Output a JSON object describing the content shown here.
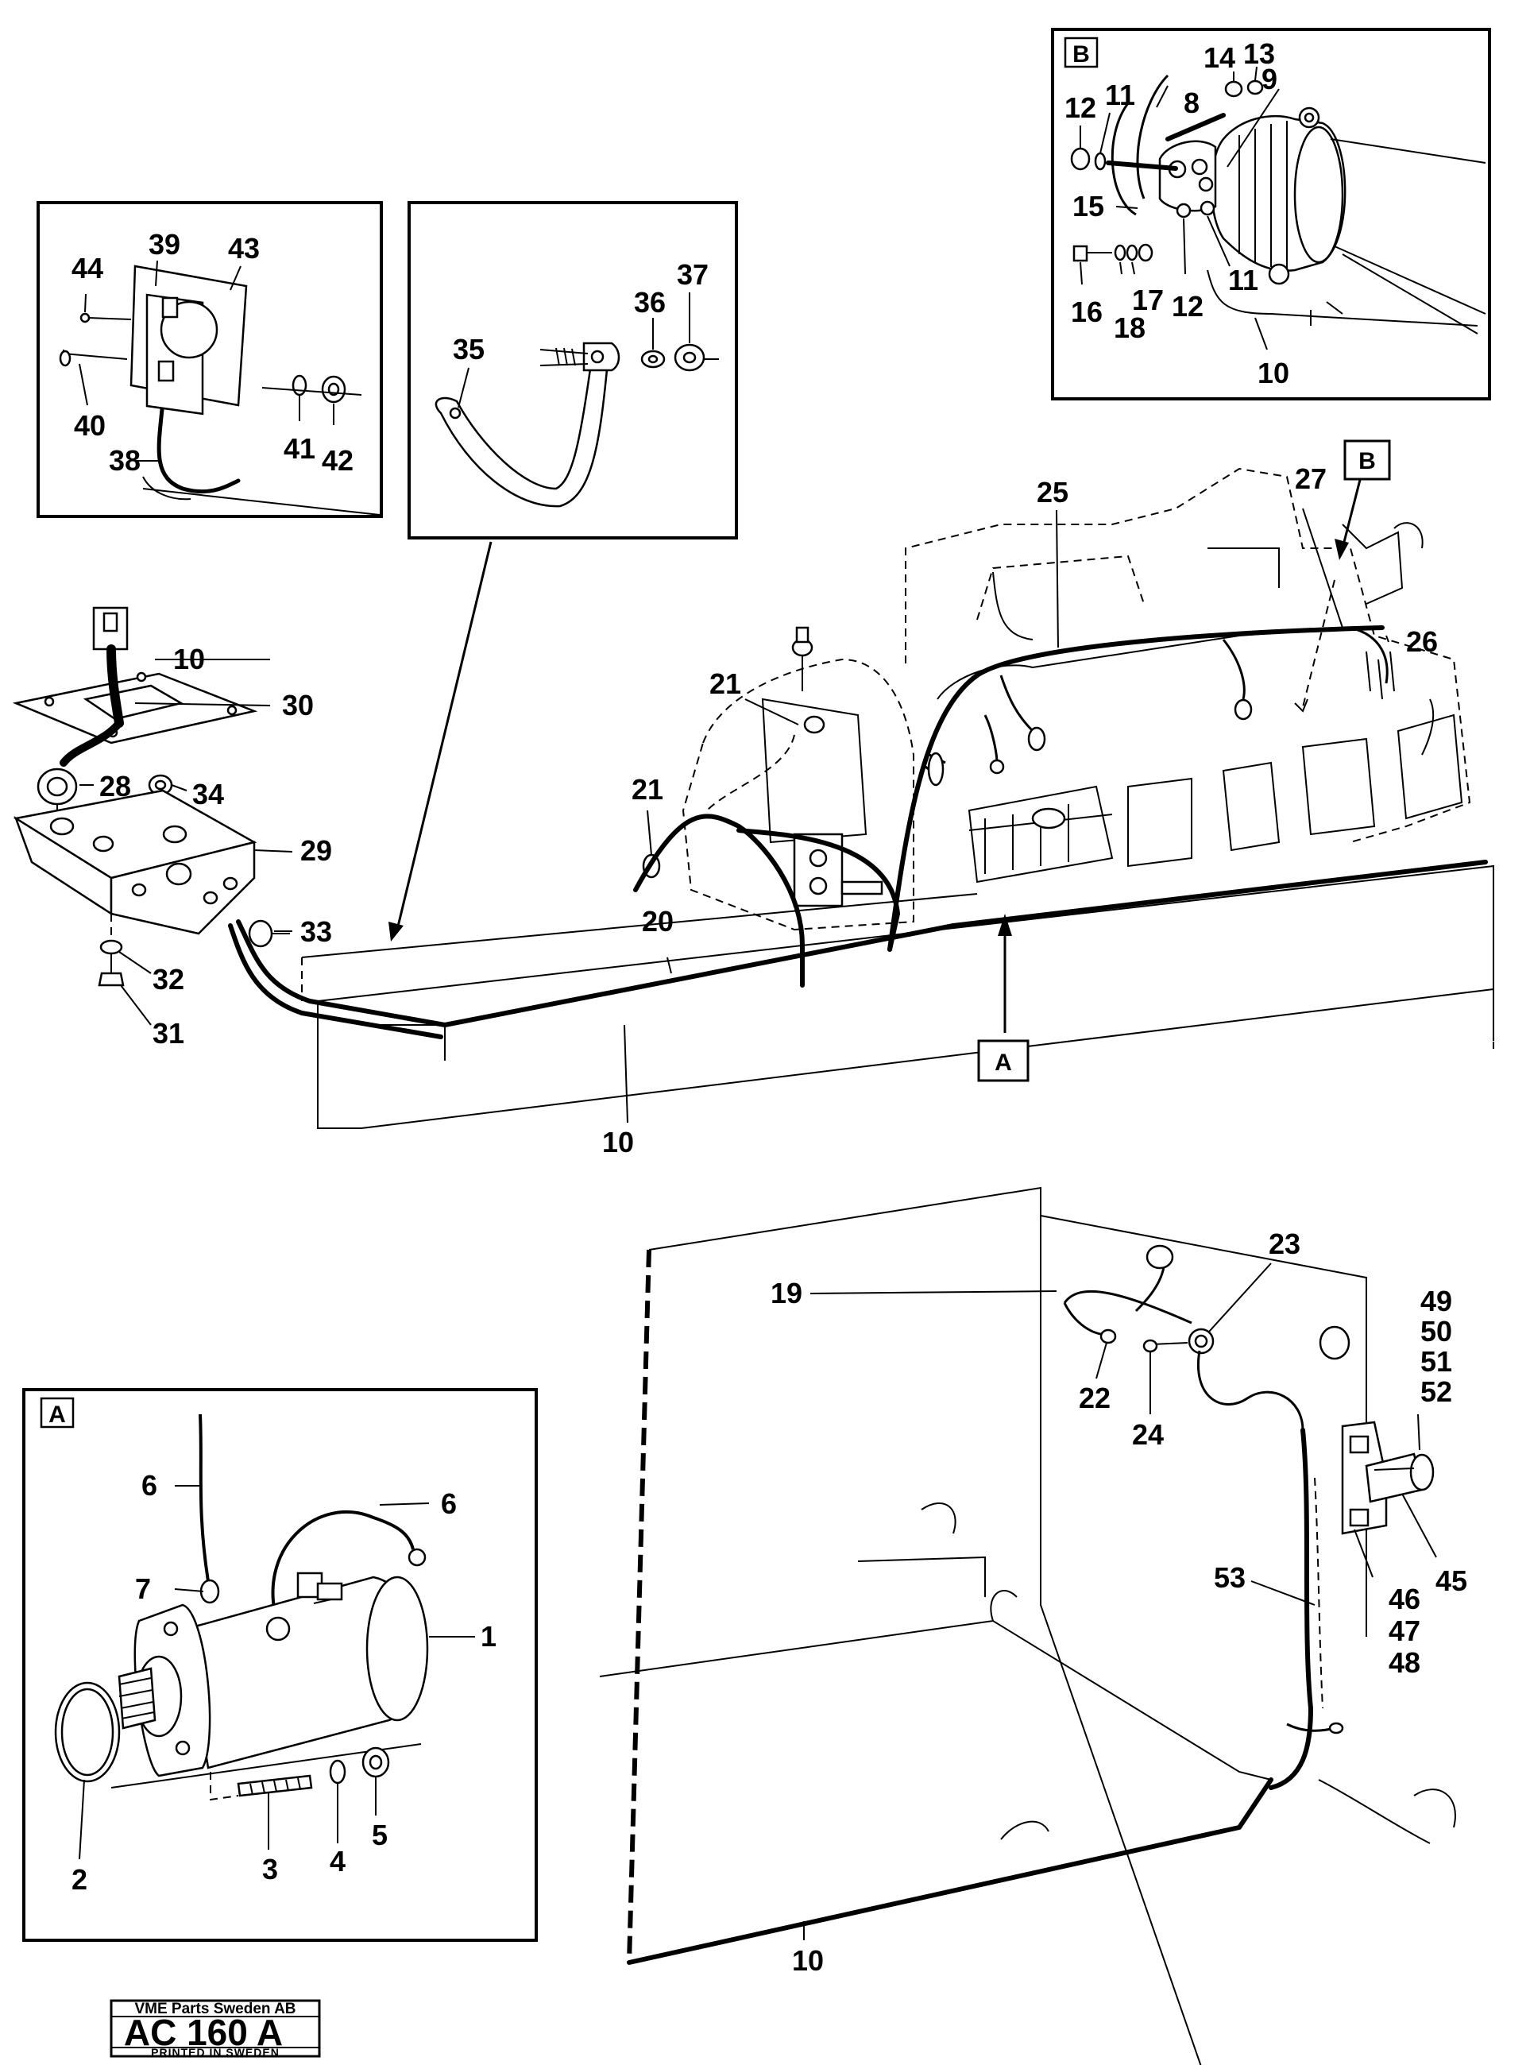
{
  "stamp": {
    "company": "VME Parts Sweden AB",
    "code": "AC 160 A",
    "printed": "PRINTED IN SWEDEN"
  },
  "detail_views": {
    "A": {
      "letter": "A"
    },
    "B": {
      "letter": "B"
    }
  },
  "pointers": {
    "A": "A",
    "B": "B"
  },
  "callouts": {
    "c1": "1",
    "c2": "2",
    "c3": "3",
    "c4": "4",
    "c5": "5",
    "c6a": "6",
    "c6b": "6",
    "c7": "7",
    "c8": "8",
    "c9": "9",
    "c10_b": "10",
    "c11a": "11",
    "c11b": "11",
    "c12a": "12",
    "c12b": "12",
    "c13": "13",
    "c14": "14",
    "c15": "15",
    "c16": "16",
    "c17": "17",
    "c18": "18",
    "c10_box": "10",
    "c10_main": "10",
    "c10_floor": "10",
    "c19": "19",
    "c20": "20",
    "c21a": "21",
    "c21b": "21",
    "c22": "22",
    "c23": "23",
    "c24": "24",
    "c25": "25",
    "c26": "26",
    "c27": "27",
    "c28": "28",
    "c29": "29",
    "c30": "30",
    "c31": "31",
    "c32": "32",
    "c33": "33",
    "c34": "34",
    "c35": "35",
    "c36": "36",
    "c37": "37",
    "c38": "38",
    "c39": "39",
    "c40": "40",
    "c41": "41",
    "c42": "42",
    "c43": "43",
    "c44": "44",
    "c45": "45",
    "c46": "46",
    "c47": "47",
    "c48": "48",
    "c49": "49",
    "c50": "50",
    "c51": "51",
    "c52": "52",
    "c53": "53"
  }
}
